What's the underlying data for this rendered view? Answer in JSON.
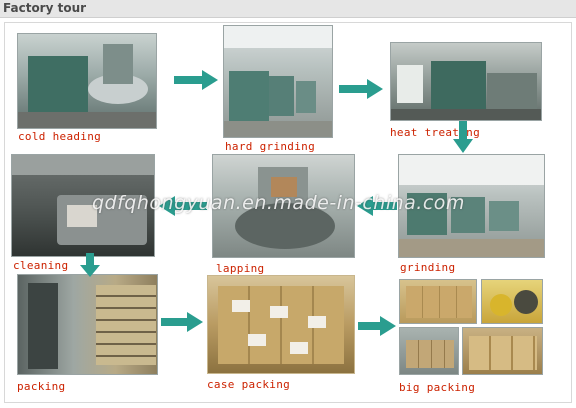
{
  "header": {
    "title": "Factory tour"
  },
  "steps": {
    "cold_heading": "cold heading",
    "hard_grinding": "hard grinding",
    "heat_treating": "heat treating",
    "cleaning": "cleaning",
    "lapping": "lapping",
    "grinding": "grinding",
    "packing": "packing",
    "case_packing": "case packing",
    "big_packing": "big packing"
  },
  "watermark": "qdfqhongyuan.en.made-in-china.com",
  "colors": {
    "arrow": "#2a9d8f",
    "label": "#cc2200",
    "header_bg": "#e6e6e6"
  }
}
